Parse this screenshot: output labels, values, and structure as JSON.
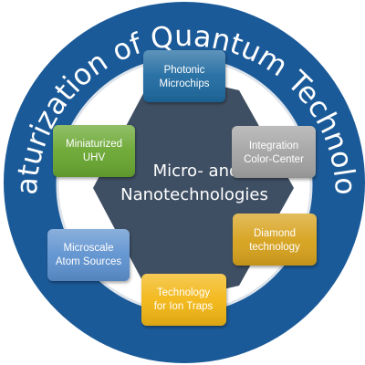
{
  "title": "Miniaturization of Quantum Technologies",
  "center": {
    "line1": "Micro- and",
    "line2": "Nanotechnologies"
  },
  "boxes": [
    {
      "id": "photonic",
      "line1": "Photonic",
      "line2": "Microchips",
      "color": "#1f6aa0"
    },
    {
      "id": "integration",
      "line1": "Integration",
      "line2": "Color-Center",
      "color": "#a3a3a3"
    },
    {
      "id": "diamond",
      "line1": "Diamond",
      "line2": "technology",
      "color": "#d7a21d"
    },
    {
      "id": "iontraps",
      "line1": "Technology",
      "line2": "for Ion Traps",
      "color": "#f2b614"
    },
    {
      "id": "atomsources",
      "line1": "Microscale",
      "line2": "Atom Sources",
      "color": "#5d91cf"
    },
    {
      "id": "uhv",
      "line1": "Miniaturized",
      "line2": "UHV",
      "color": "#68a630"
    }
  ],
  "colors": {
    "ring": "#1b5a98",
    "ring_inner_edge": "#dde4ec",
    "hexagon": "#3f4f63"
  }
}
